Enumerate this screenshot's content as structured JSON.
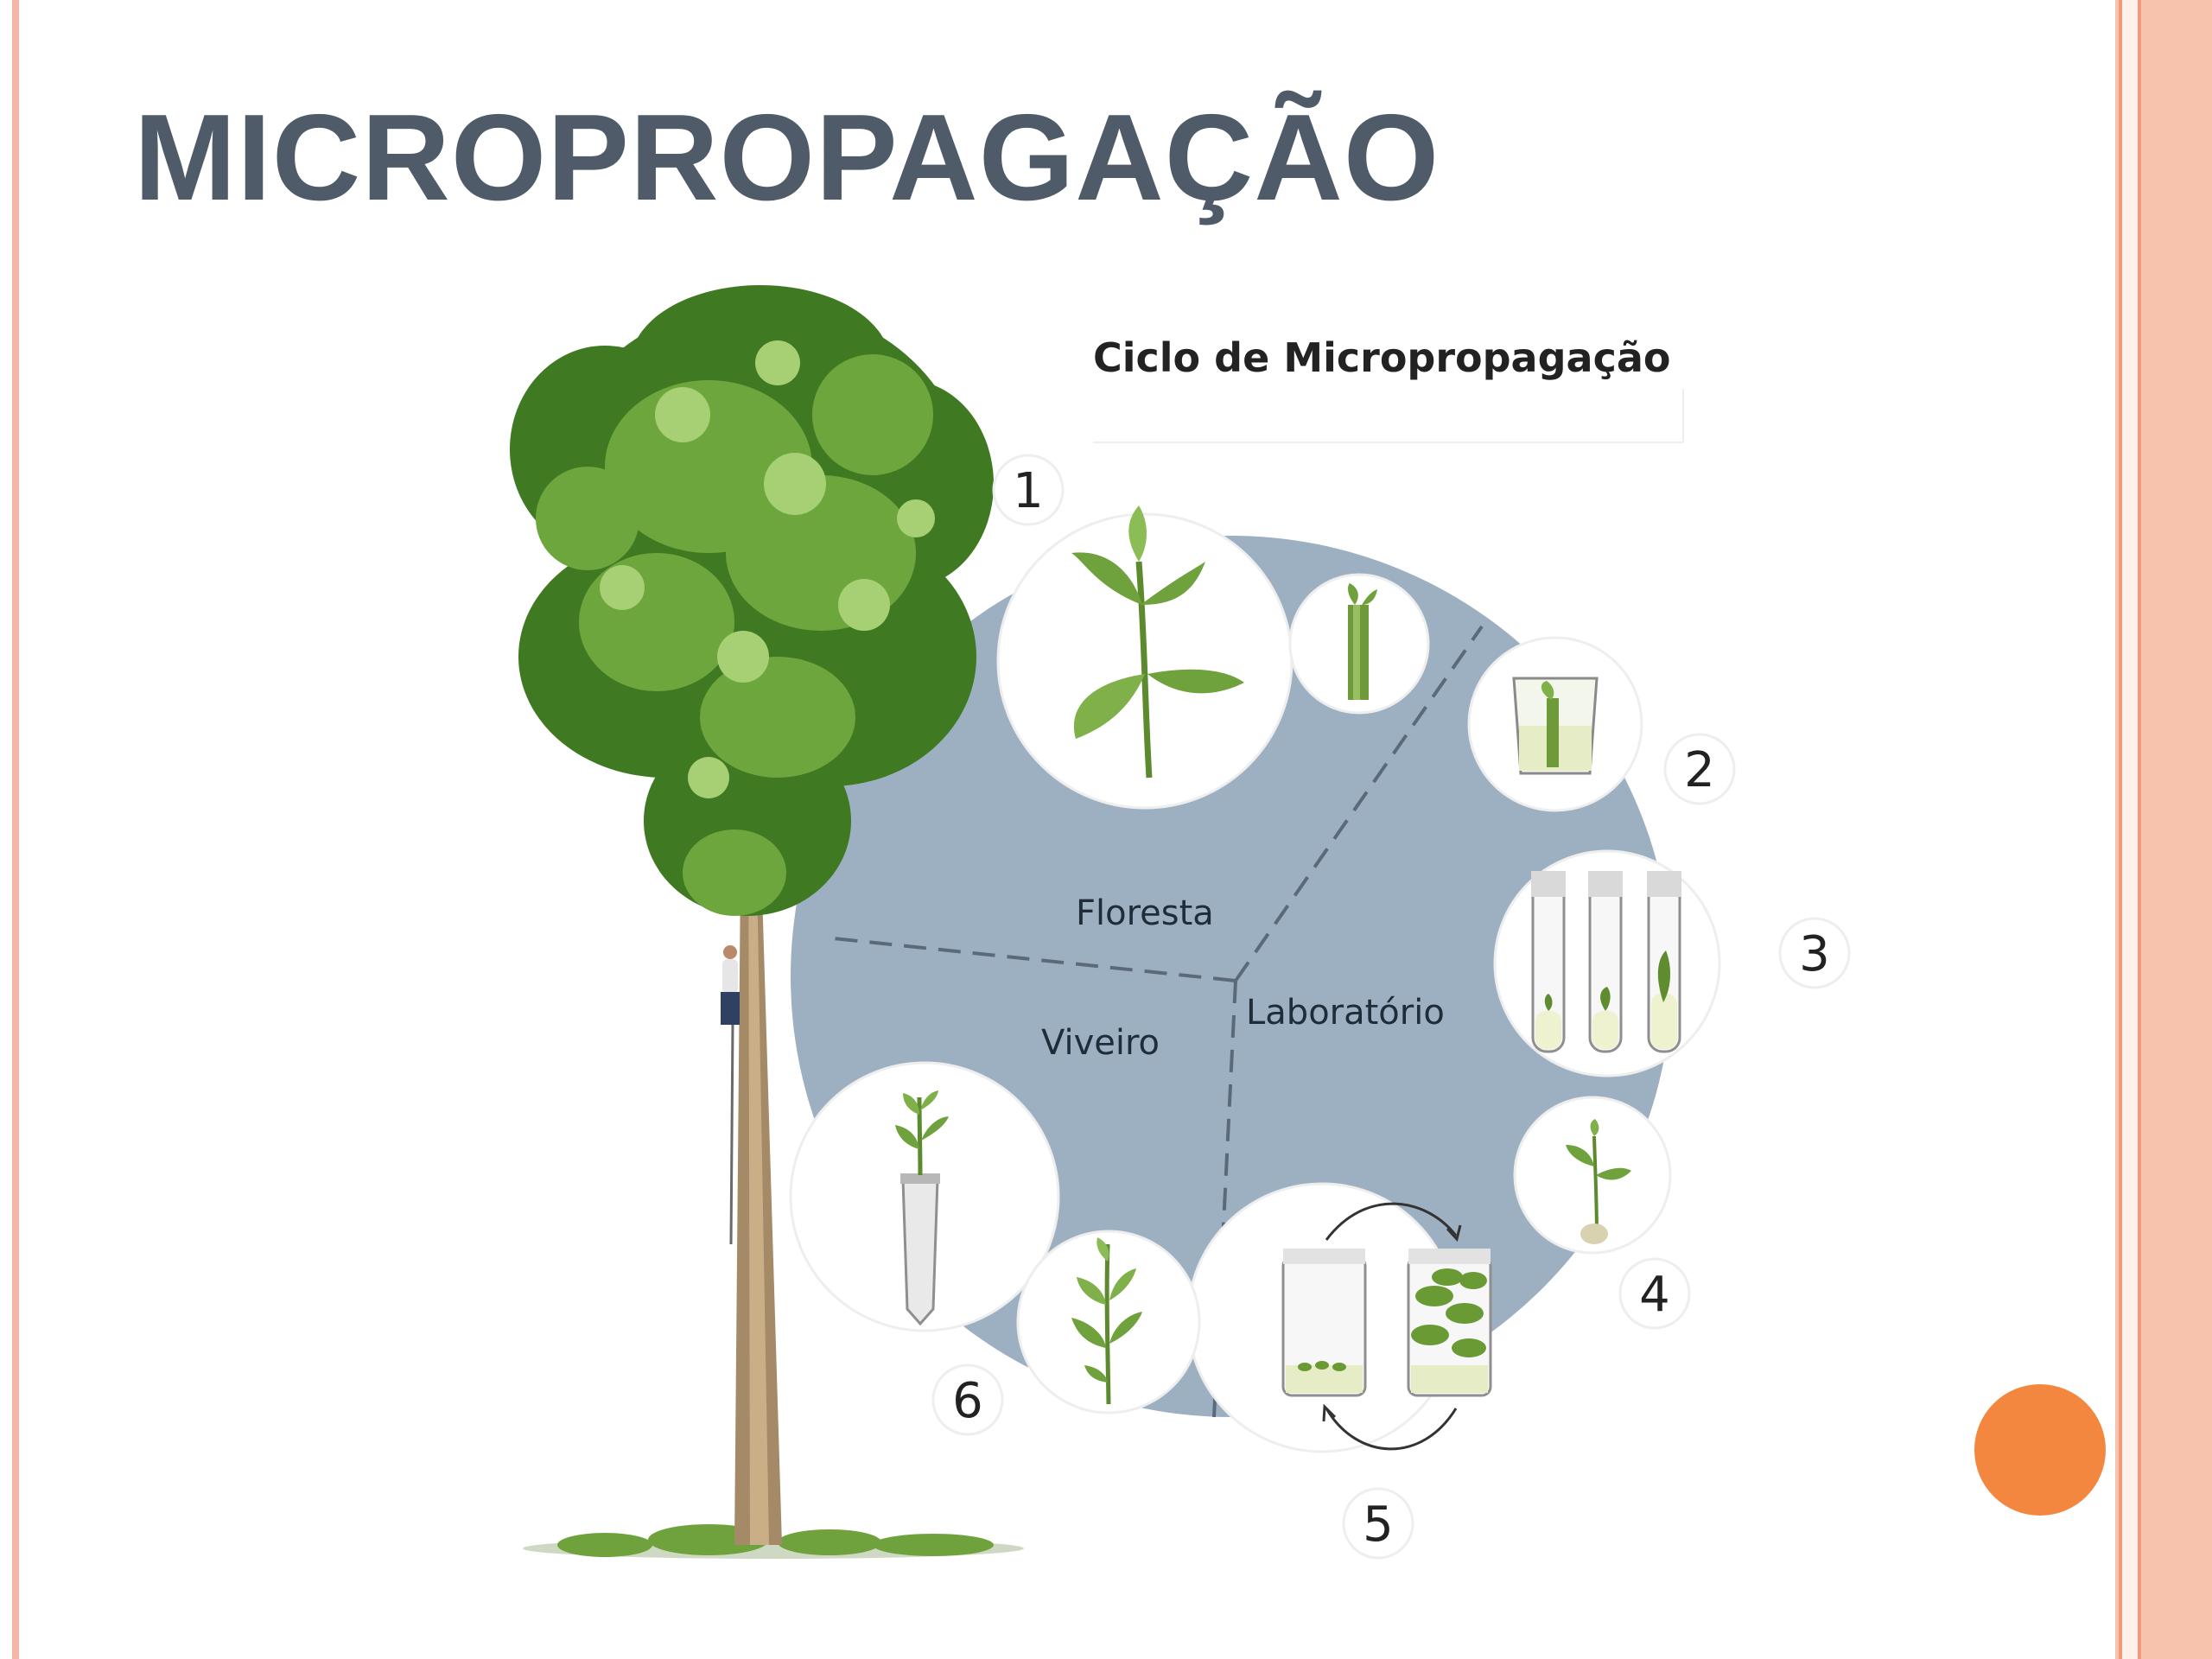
{
  "slide": {
    "title": "MICROPROPAGAÇÃO"
  },
  "diagram": {
    "heading": "Ciclo de Micropropagação",
    "zones": {
      "floresta": "Floresta",
      "laboratorio": "Laboratório",
      "viveiro": "Viveiro"
    },
    "steps": [
      "1",
      "2",
      "3",
      "4",
      "5",
      "6"
    ]
  },
  "colors": {
    "title": "#4f5b69",
    "disc": "#9db0c2",
    "accent_dot": "#f4873f",
    "frame": "#f4b7a3",
    "leaf": "#6fa23c"
  }
}
